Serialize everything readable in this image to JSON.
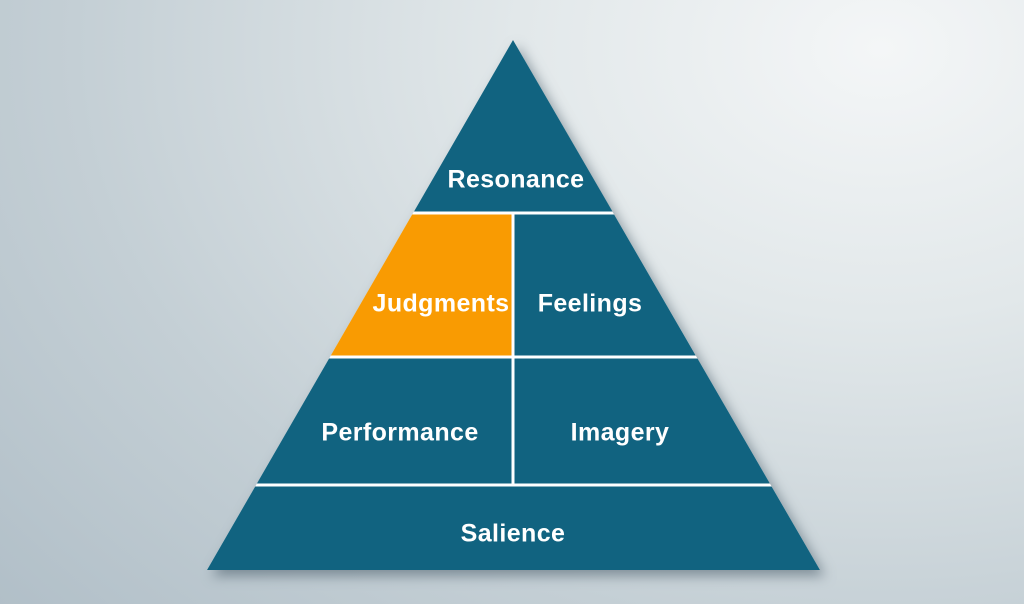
{
  "colors": {
    "teal": "#116380",
    "orange": "#f99b02",
    "divider_white": "#ffffff",
    "label_text": "#ffffff",
    "background_highlight": "#f4f6f7",
    "background_edge": "#aab9c3"
  },
  "pyramid": {
    "type": "pyramid-diagram",
    "levels": [
      {
        "row": 1,
        "cells": [
          {
            "label": "Resonance",
            "color": "teal",
            "highlighted": false
          }
        ]
      },
      {
        "row": 2,
        "cells": [
          {
            "label": "Judgments",
            "color": "orange",
            "highlighted": true
          },
          {
            "label": "Feelings",
            "color": "teal",
            "highlighted": false
          }
        ]
      },
      {
        "row": 3,
        "cells": [
          {
            "label": "Performance",
            "color": "teal",
            "highlighted": false
          },
          {
            "label": "Imagery",
            "color": "teal",
            "highlighted": false
          }
        ]
      },
      {
        "row": 4,
        "cells": [
          {
            "label": "Salience",
            "color": "teal",
            "highlighted": false
          }
        ]
      }
    ]
  }
}
